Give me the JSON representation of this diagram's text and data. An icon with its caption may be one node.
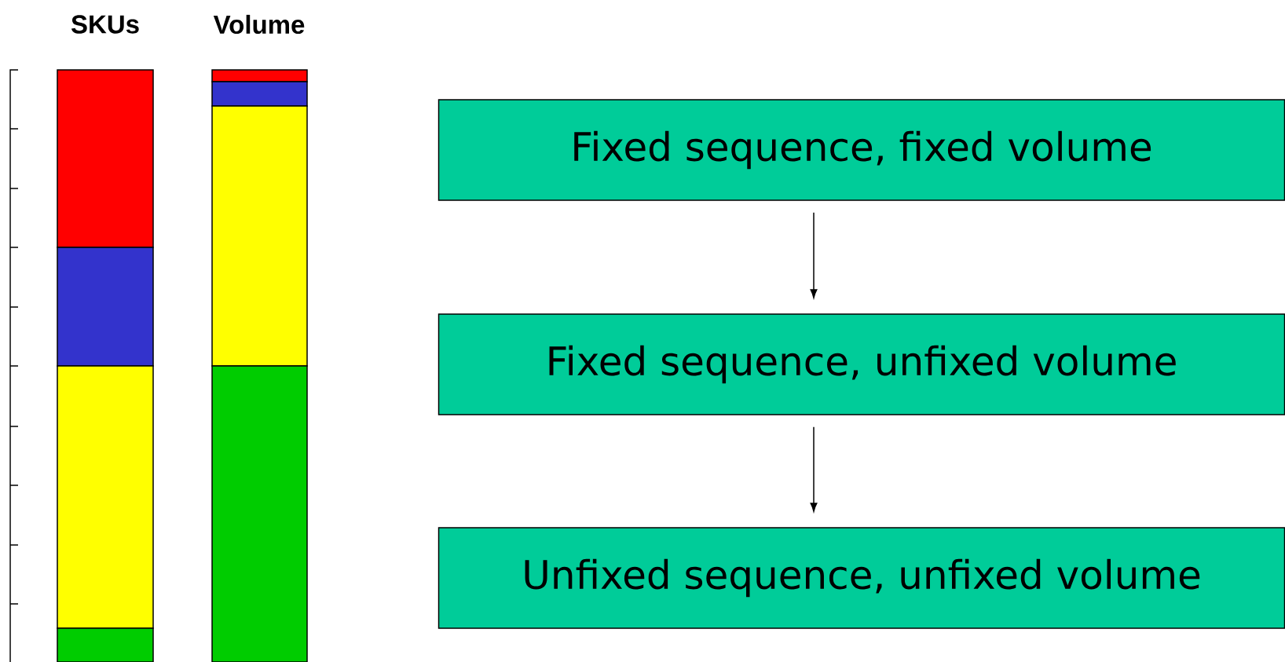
{
  "diagram": {
    "nodes": [
      {
        "text": [
          "Fixed sequence, fixed volume"
        ]
      },
      {
        "text": [
          "Fixed sequence, unfixed volume"
        ]
      },
      {
        "text": [
          "Unfixed sequence, unfixed volume"
        ]
      }
    ],
    "edges": [
      {
        "from": 0,
        "to": 1,
        "arrow": "to"
      },
      {
        "from": 1,
        "to": 2,
        "arrow": "to"
      }
    ],
    "labels": [
      "SKUs",
      "Volume"
    ]
  }
}
